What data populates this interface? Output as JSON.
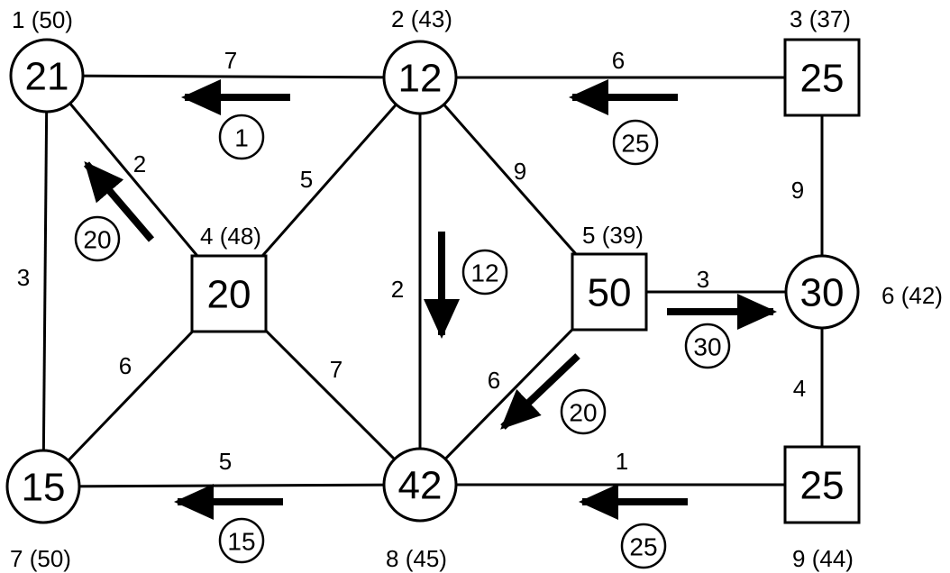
{
  "nodes": [
    {
      "id": "n1",
      "value": "21",
      "label": "1 (50)",
      "shape": "circle"
    },
    {
      "id": "n2",
      "value": "12",
      "label": "2 (43)",
      "shape": "circle"
    },
    {
      "id": "n3",
      "value": "25",
      "label": "3 (37)",
      "shape": "square"
    },
    {
      "id": "n4",
      "value": "20",
      "label": "4 (48)",
      "shape": "square"
    },
    {
      "id": "n5",
      "value": "50",
      "label": "5 (39)",
      "shape": "square"
    },
    {
      "id": "n6",
      "value": "30",
      "label": "6 (42)",
      "shape": "circle"
    },
    {
      "id": "n7",
      "value": "15",
      "label": "7 (50)",
      "shape": "circle"
    },
    {
      "id": "n8",
      "value": "42",
      "label": "8 (45)",
      "shape": "circle"
    },
    {
      "id": "n9",
      "value": "25",
      "label": "9 (44)",
      "shape": "square"
    }
  ],
  "edges": [
    {
      "from": "n1",
      "to": "n2",
      "weight": "7"
    },
    {
      "from": "n2",
      "to": "n3",
      "weight": "6"
    },
    {
      "from": "n1",
      "to": "n7",
      "weight": "3"
    },
    {
      "from": "n1",
      "to": "n4",
      "weight": "2"
    },
    {
      "from": "n4",
      "to": "n2",
      "weight": "5"
    },
    {
      "from": "n2",
      "to": "n8",
      "weight": "2"
    },
    {
      "from": "n2",
      "to": "n5",
      "weight": "9"
    },
    {
      "from": "n3",
      "to": "n6",
      "weight": "9"
    },
    {
      "from": "n5",
      "to": "n6",
      "weight": "3"
    },
    {
      "from": "n4",
      "to": "n7",
      "weight": "6"
    },
    {
      "from": "n4",
      "to": "n8",
      "weight": "7"
    },
    {
      "from": "n5",
      "to": "n8",
      "weight": "6"
    },
    {
      "from": "n6",
      "to": "n9",
      "weight": "4"
    },
    {
      "from": "n7",
      "to": "n8",
      "weight": "5"
    },
    {
      "from": "n8",
      "to": "n9",
      "weight": "1"
    }
  ],
  "flows": [
    {
      "from": "n2",
      "to": "n1",
      "amount": "1"
    },
    {
      "from": "n3",
      "to": "n2",
      "amount": "25"
    },
    {
      "from": "n4",
      "to": "n1",
      "amount": "20"
    },
    {
      "from": "n2",
      "to": "n8",
      "amount": "12"
    },
    {
      "from": "n5",
      "to": "n6",
      "amount": "30"
    },
    {
      "from": "n5",
      "to": "n8",
      "amount": "20"
    },
    {
      "from": "n8",
      "to": "n7",
      "amount": "15"
    },
    {
      "from": "n9",
      "to": "n8",
      "amount": "25"
    }
  ]
}
